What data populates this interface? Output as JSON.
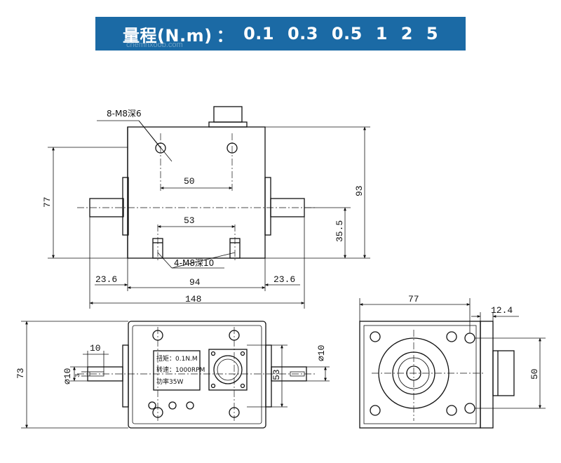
{
  "header": {
    "label": "量程(N.m)",
    "separator": "：",
    "range_values": "0.1  0.3  0.5  1  2  5",
    "bg_color": "#1b6aa5",
    "watermark": "chemnxoob.com"
  },
  "front_view": {
    "hole_callout_top": "8-M8深6",
    "hole_callout_bottom": "4-M8深10",
    "dims": {
      "top_holes": "50",
      "bottom_holes": "53",
      "height_left": "77",
      "height_right": "93",
      "shaft_height": "35.5",
      "shaft_left": "23.6",
      "shaft_right": "23.6",
      "body_width": "94",
      "total_width": "148"
    }
  },
  "top_view": {
    "dims": {
      "height": "73",
      "shaft_len": "10",
      "shaft_dia_left": "⌀10",
      "key": "3",
      "width_right": "53",
      "shaft_dia_right": "⌀10"
    },
    "nameplate": {
      "torque": "扭矩：0.1N.M",
      "speed": "转速：1000RPM",
      "power": "功率35W"
    }
  },
  "side_view": {
    "dims": {
      "width": "77",
      "connector": "12.4",
      "holes": "50"
    }
  }
}
